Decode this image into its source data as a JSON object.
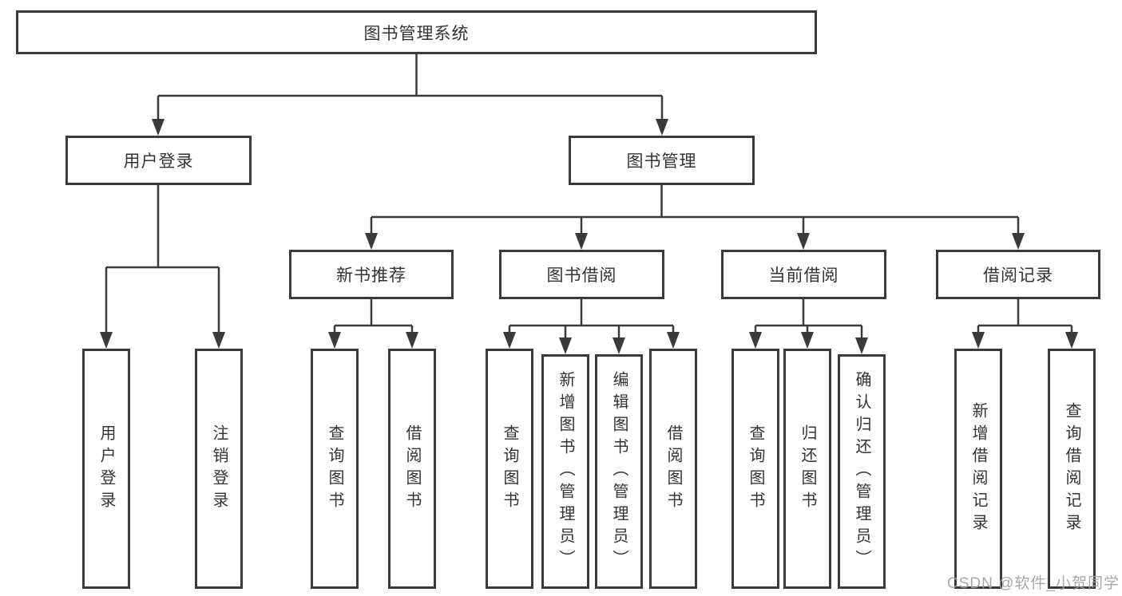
{
  "diagram": {
    "root": "图书管理系统",
    "branches": [
      {
        "label": "用户登录",
        "children": [
          "用户登录",
          "注销登录"
        ]
      },
      {
        "label": "图书管理",
        "groups": [
          {
            "label": "新书推荐",
            "children": [
              "查询图书",
              "借阅图书"
            ]
          },
          {
            "label": "图书借阅",
            "children": [
              "查询图书",
              "新增图书（管理员）",
              "编辑图书（管理员）",
              "借阅图书"
            ]
          },
          {
            "label": "当前借阅",
            "children": [
              "查询图书",
              "归还图书",
              "确认归还（管理员）"
            ]
          },
          {
            "label": "借阅记录",
            "children": [
              "新增借阅记录",
              "查询借阅记录"
            ]
          }
        ]
      }
    ]
  },
  "watermark": "CSDN @软件_小贺同学",
  "colors": {
    "line": "#3a3a3a",
    "text": "#333333",
    "watermark": "#a0a0a0",
    "background": "#ffffff"
  }
}
